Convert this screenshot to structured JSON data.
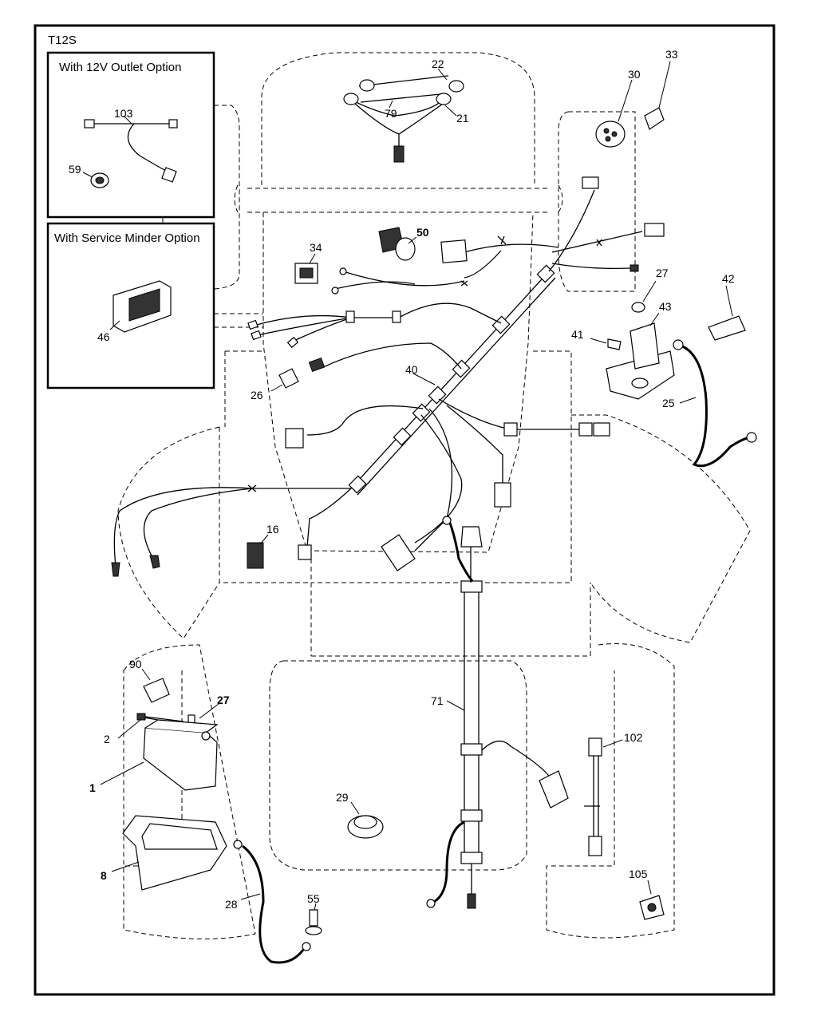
{
  "title": "T12S",
  "insets": {
    "outlet": {
      "caption": "With 12V Outlet Option"
    },
    "minder": {
      "caption": "With Service Minder Option"
    }
  },
  "callouts": {
    "c22": "22",
    "c79": "79",
    "c21": "21",
    "c30": "30",
    "c33": "33",
    "c103": "103",
    "c59": "59",
    "c46": "46",
    "c34": "34",
    "c50": "50",
    "c27a": "27",
    "c42": "42",
    "c43": "43",
    "c41": "41",
    "c26": "26",
    "c40": "40",
    "c25": "25",
    "c16": "16",
    "c90": "90",
    "c27b": "27",
    "c2": "2",
    "c1": "1",
    "c71": "71",
    "c102": "102",
    "c29": "29",
    "c8": "8",
    "c105": "105",
    "c28": "28",
    "c55": "55"
  }
}
